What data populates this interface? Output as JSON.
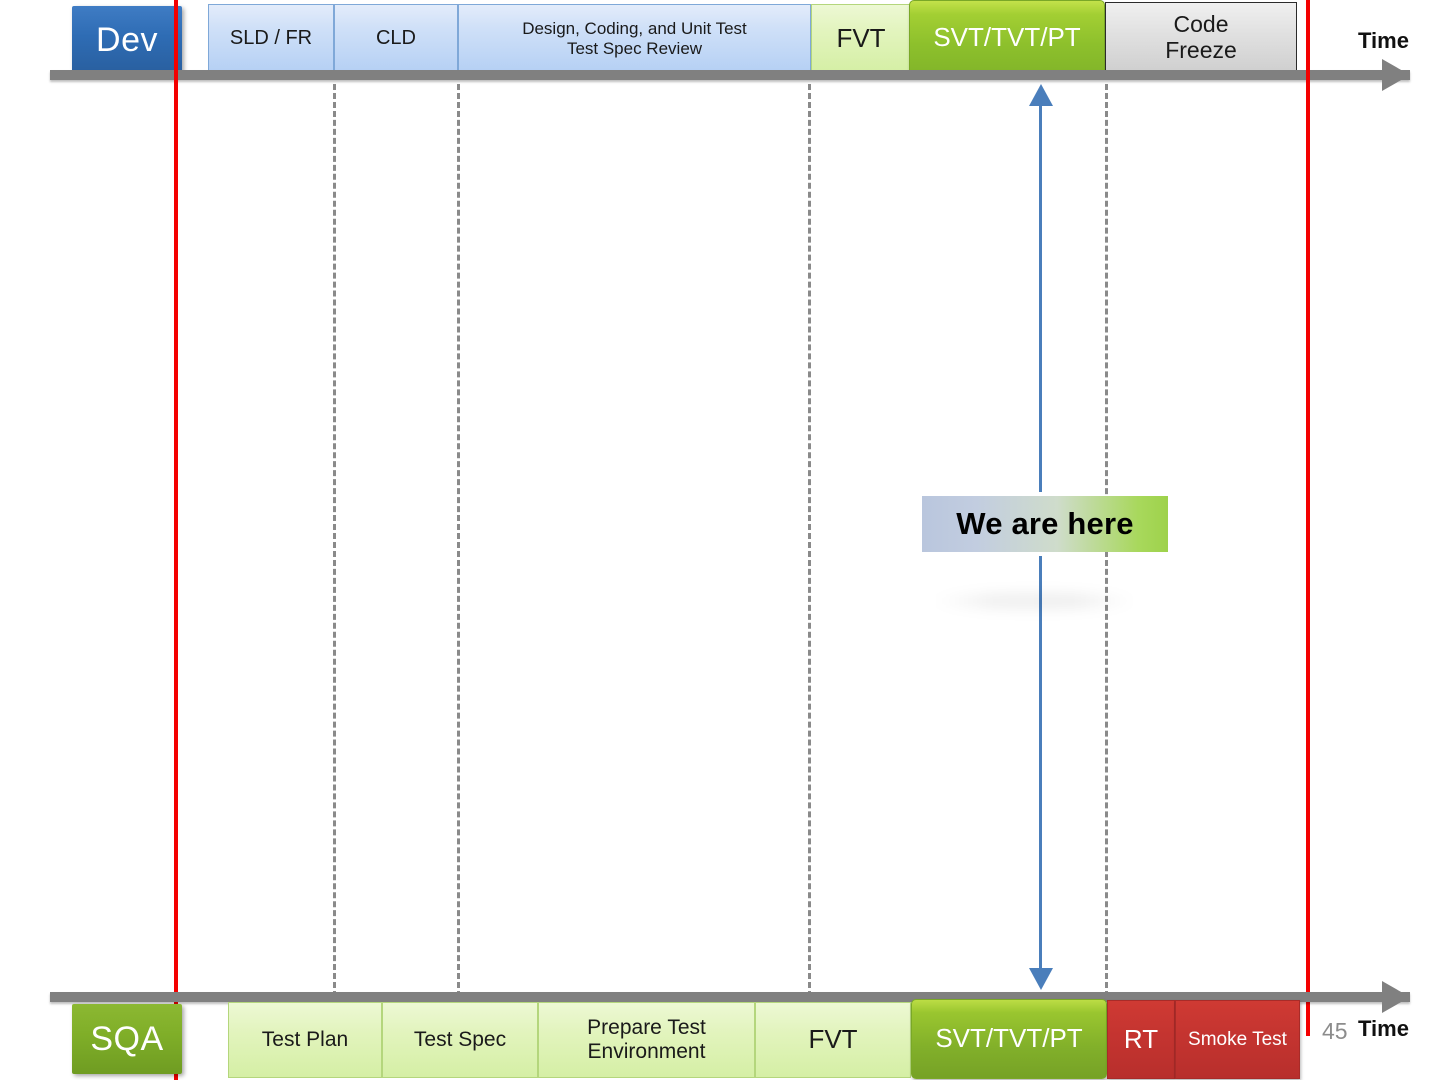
{
  "slide": {
    "page_number": "45"
  },
  "dev_track": {
    "lane_label": "Dev",
    "axis_label": "Time",
    "phases": [
      {
        "name": "sld-fr",
        "label": "SLD  / FR"
      },
      {
        "name": "cld",
        "label": "CLD"
      },
      {
        "name": "design-coding",
        "label": "Design, Coding, and Unit Test\nTest Spec Review"
      },
      {
        "name": "fvt",
        "label": "FVT"
      },
      {
        "name": "svt-tvt-pt",
        "label": "SVT/TVT/PT"
      },
      {
        "name": "code-freeze",
        "label": "Code\nFreeze"
      }
    ]
  },
  "sqa_track": {
    "lane_label": "SQA",
    "axis_label": "Time",
    "phases": [
      {
        "name": "test-plan",
        "label": "Test Plan"
      },
      {
        "name": "test-spec",
        "label": "Test Spec"
      },
      {
        "name": "prepare-test-env",
        "label": "Prepare Test\nEnvironment"
      },
      {
        "name": "fvt",
        "label": "FVT"
      },
      {
        "name": "svt-tvt-pt",
        "label": "SVT/TVT/PT"
      },
      {
        "name": "rt",
        "label": "RT"
      },
      {
        "name": "smoke-test",
        "label": "Smoke Test"
      }
    ]
  },
  "callout": {
    "label": "We are here"
  },
  "colors": {
    "dev_lane": "#2e6cb4",
    "sqa_lane": "#7fae28",
    "blue_phase": "#b5d0f4",
    "light_green_phase": "#d5efa5",
    "green_phase": "#8dc02c",
    "gray_phase": "#d9d9d9",
    "red_phase": "#c43430",
    "milestone_red_line": "#f40000",
    "dashed_divider": "#8a8a8a",
    "axis_gray": "#808080",
    "arrow_blue": "#4a7ebb"
  }
}
